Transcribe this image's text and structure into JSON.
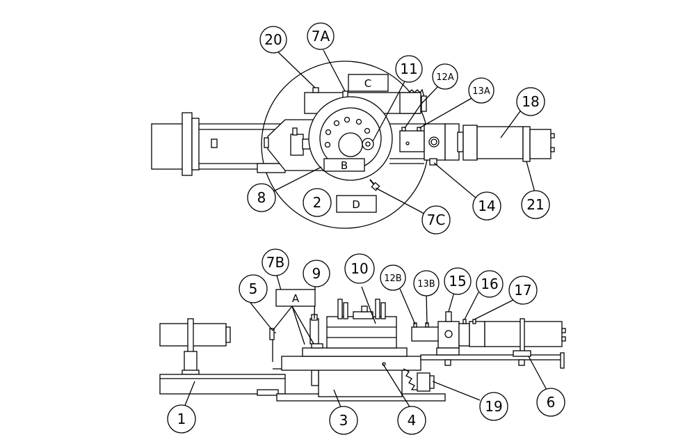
{
  "callouts": {
    "c1": "1",
    "c2": "2",
    "c3": "3",
    "c4": "4",
    "c5": "5",
    "c6": "6",
    "c7A": "7A",
    "c7B": "7B",
    "c7C": "7C",
    "c8": "8",
    "c9": "9",
    "c10": "10",
    "c11": "11",
    "c12A": "12A",
    "c12B": "12B",
    "c13A": "13A",
    "c13B": "13B",
    "c14": "14",
    "c15": "15",
    "c16": "16",
    "c17": "17",
    "c18": "18",
    "c19": "19",
    "c20": "20",
    "c21": "21"
  },
  "boxes": {
    "A": "A",
    "B": "B",
    "C": "C",
    "D": "D"
  },
  "colors": {
    "line": "#000000",
    "background": "#ffffff"
  }
}
